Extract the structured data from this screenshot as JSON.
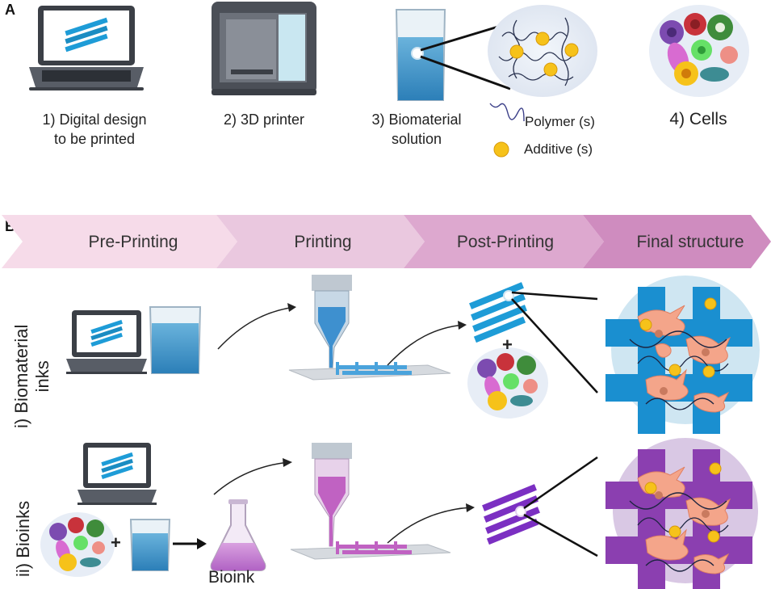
{
  "panel_a": {
    "letter": "A",
    "items": [
      {
        "label_line1": "1) Digital design",
        "label_line2": "to be printed",
        "icon": "laptop-icon"
      },
      {
        "label_line1": "2) 3D printer",
        "label_line2": "",
        "icon": "3d-printer-icon"
      },
      {
        "label_line1": "3) Biomaterial",
        "label_line2": "solution",
        "icon": "beaker-icon"
      },
      {
        "label_line1": "4) Cells",
        "label_line2": "",
        "icon": "cells-icon"
      }
    ],
    "legend": {
      "polymer": "Polymer (s)",
      "additive": "Additive (s)"
    }
  },
  "panel_b": {
    "letter": "B",
    "stages": [
      "Pre-Printing",
      "Printing",
      "Post-Printing",
      "Final structure"
    ],
    "rows": [
      {
        "label_line1": "i) Biomaterial",
        "label_line2": "inks",
        "plus": "+"
      },
      {
        "label_line1": "ii) Bioinks",
        "plus": "+",
        "bioink_label": "Bioink"
      }
    ]
  },
  "colors": {
    "blue": "#1e9cd7",
    "purple": "#8a3fc8",
    "magenta": "#c873c6",
    "chevron1": "#f6dbe9",
    "chevron2": "#eac8df",
    "chevron3": "#dda8cf",
    "chevron4": "#cf8cbf",
    "cell_pink": "#f4a58a",
    "additive_yellow": "#f6c21a"
  }
}
